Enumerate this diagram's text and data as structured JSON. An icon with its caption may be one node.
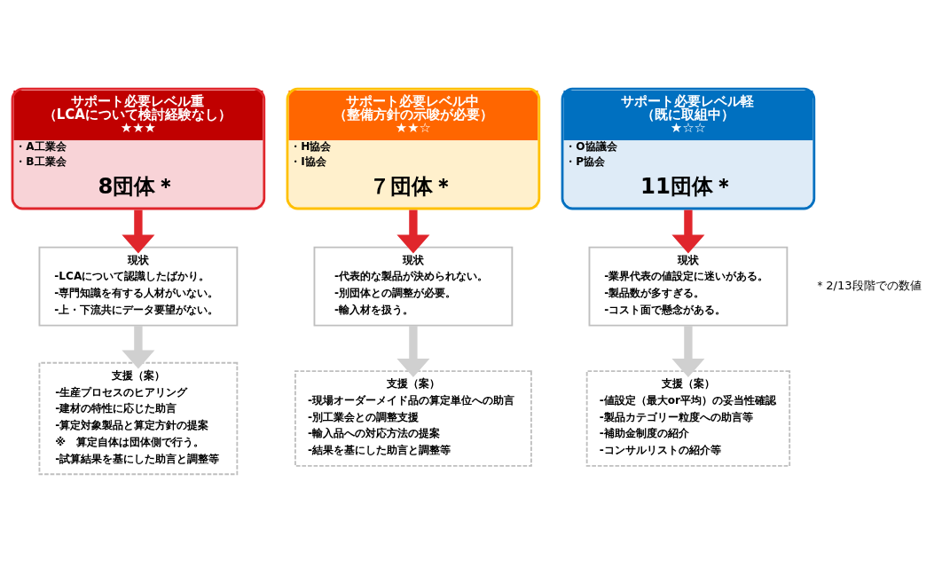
{
  "diagram": {
    "nodes": [
      {
        "text": [
          "サポート必要レベル重",
          "（LCAについて検討経験なし）",
          "★★★",
          "・A工業会",
          "・B工業会",
          "8団体＊"
        ]
      },
      {
        "text": [
          "サポート必要レベル中",
          "（整備方針の示唆が必要）",
          "★★☆",
          "・H協会",
          "・I協会",
          "７団体＊"
        ]
      },
      {
        "text": [
          "サポート必要レベル軽",
          "（既に取組中）",
          "★☆☆",
          "・O協議会",
          "・P協会",
          "11団体＊"
        ]
      },
      {
        "text": [
          "現状",
          "-LCAについて認識したばかり。",
          "-専門知識を有する人材がいない。",
          "-上・下流共にデータ要望がない。"
        ]
      },
      {
        "text": [
          "現状",
          "-代表的な製品が決められない。",
          "-別団体との調整が必要。",
          "-輸入材を扱う。"
        ]
      },
      {
        "text": [
          "現状",
          "-業界代表の値設定に迷いがある。",
          "-製品数が多すぎる。",
          "-コスト面で懸念がある。"
        ]
      },
      {
        "text": [
          "支援（案）",
          "-生産プロセスのヒアリング",
          "-建材の特性に応じた助言",
          "-算定対象製品と算定方針の提案",
          "※　算定自体は団体側で行う。",
          "-試算結果を基にした助言と調整等"
        ]
      },
      {
        "text": [
          "支援（案）",
          "-現場オーダーメイド品の算定単位への助言",
          "-別工業会との調整支援",
          "-輸入品への対応方法の提案",
          "-結果を基にした助言と調整等"
        ]
      },
      {
        "text": [
          "支援（案）",
          "-値設定（最大or平均）の妥当性確認",
          "-製品カテゴリー粒度への助言等",
          "-補助金制度の紹介",
          "-コンサルリストの紹介等"
        ]
      }
    ],
    "edges": [
      {
        "from": 0,
        "to": 3,
        "arrow": "to",
        "color": "#e0262c"
      },
      {
        "from": 1,
        "to": 4,
        "arrow": "to",
        "color": "#e0262c"
      },
      {
        "from": 2,
        "to": 5,
        "arrow": "to",
        "color": "#e0262c"
      },
      {
        "from": 3,
        "to": 6,
        "arrow": "to",
        "color": "#d0d0d0"
      },
      {
        "from": 4,
        "to": 7,
        "arrow": "to",
        "color": "#d0d0d0"
      },
      {
        "from": 5,
        "to": 8,
        "arrow": "to",
        "color": "#d0d0d0"
      }
    ],
    "labels": [
      "＊2/13段階での数値"
    ]
  }
}
